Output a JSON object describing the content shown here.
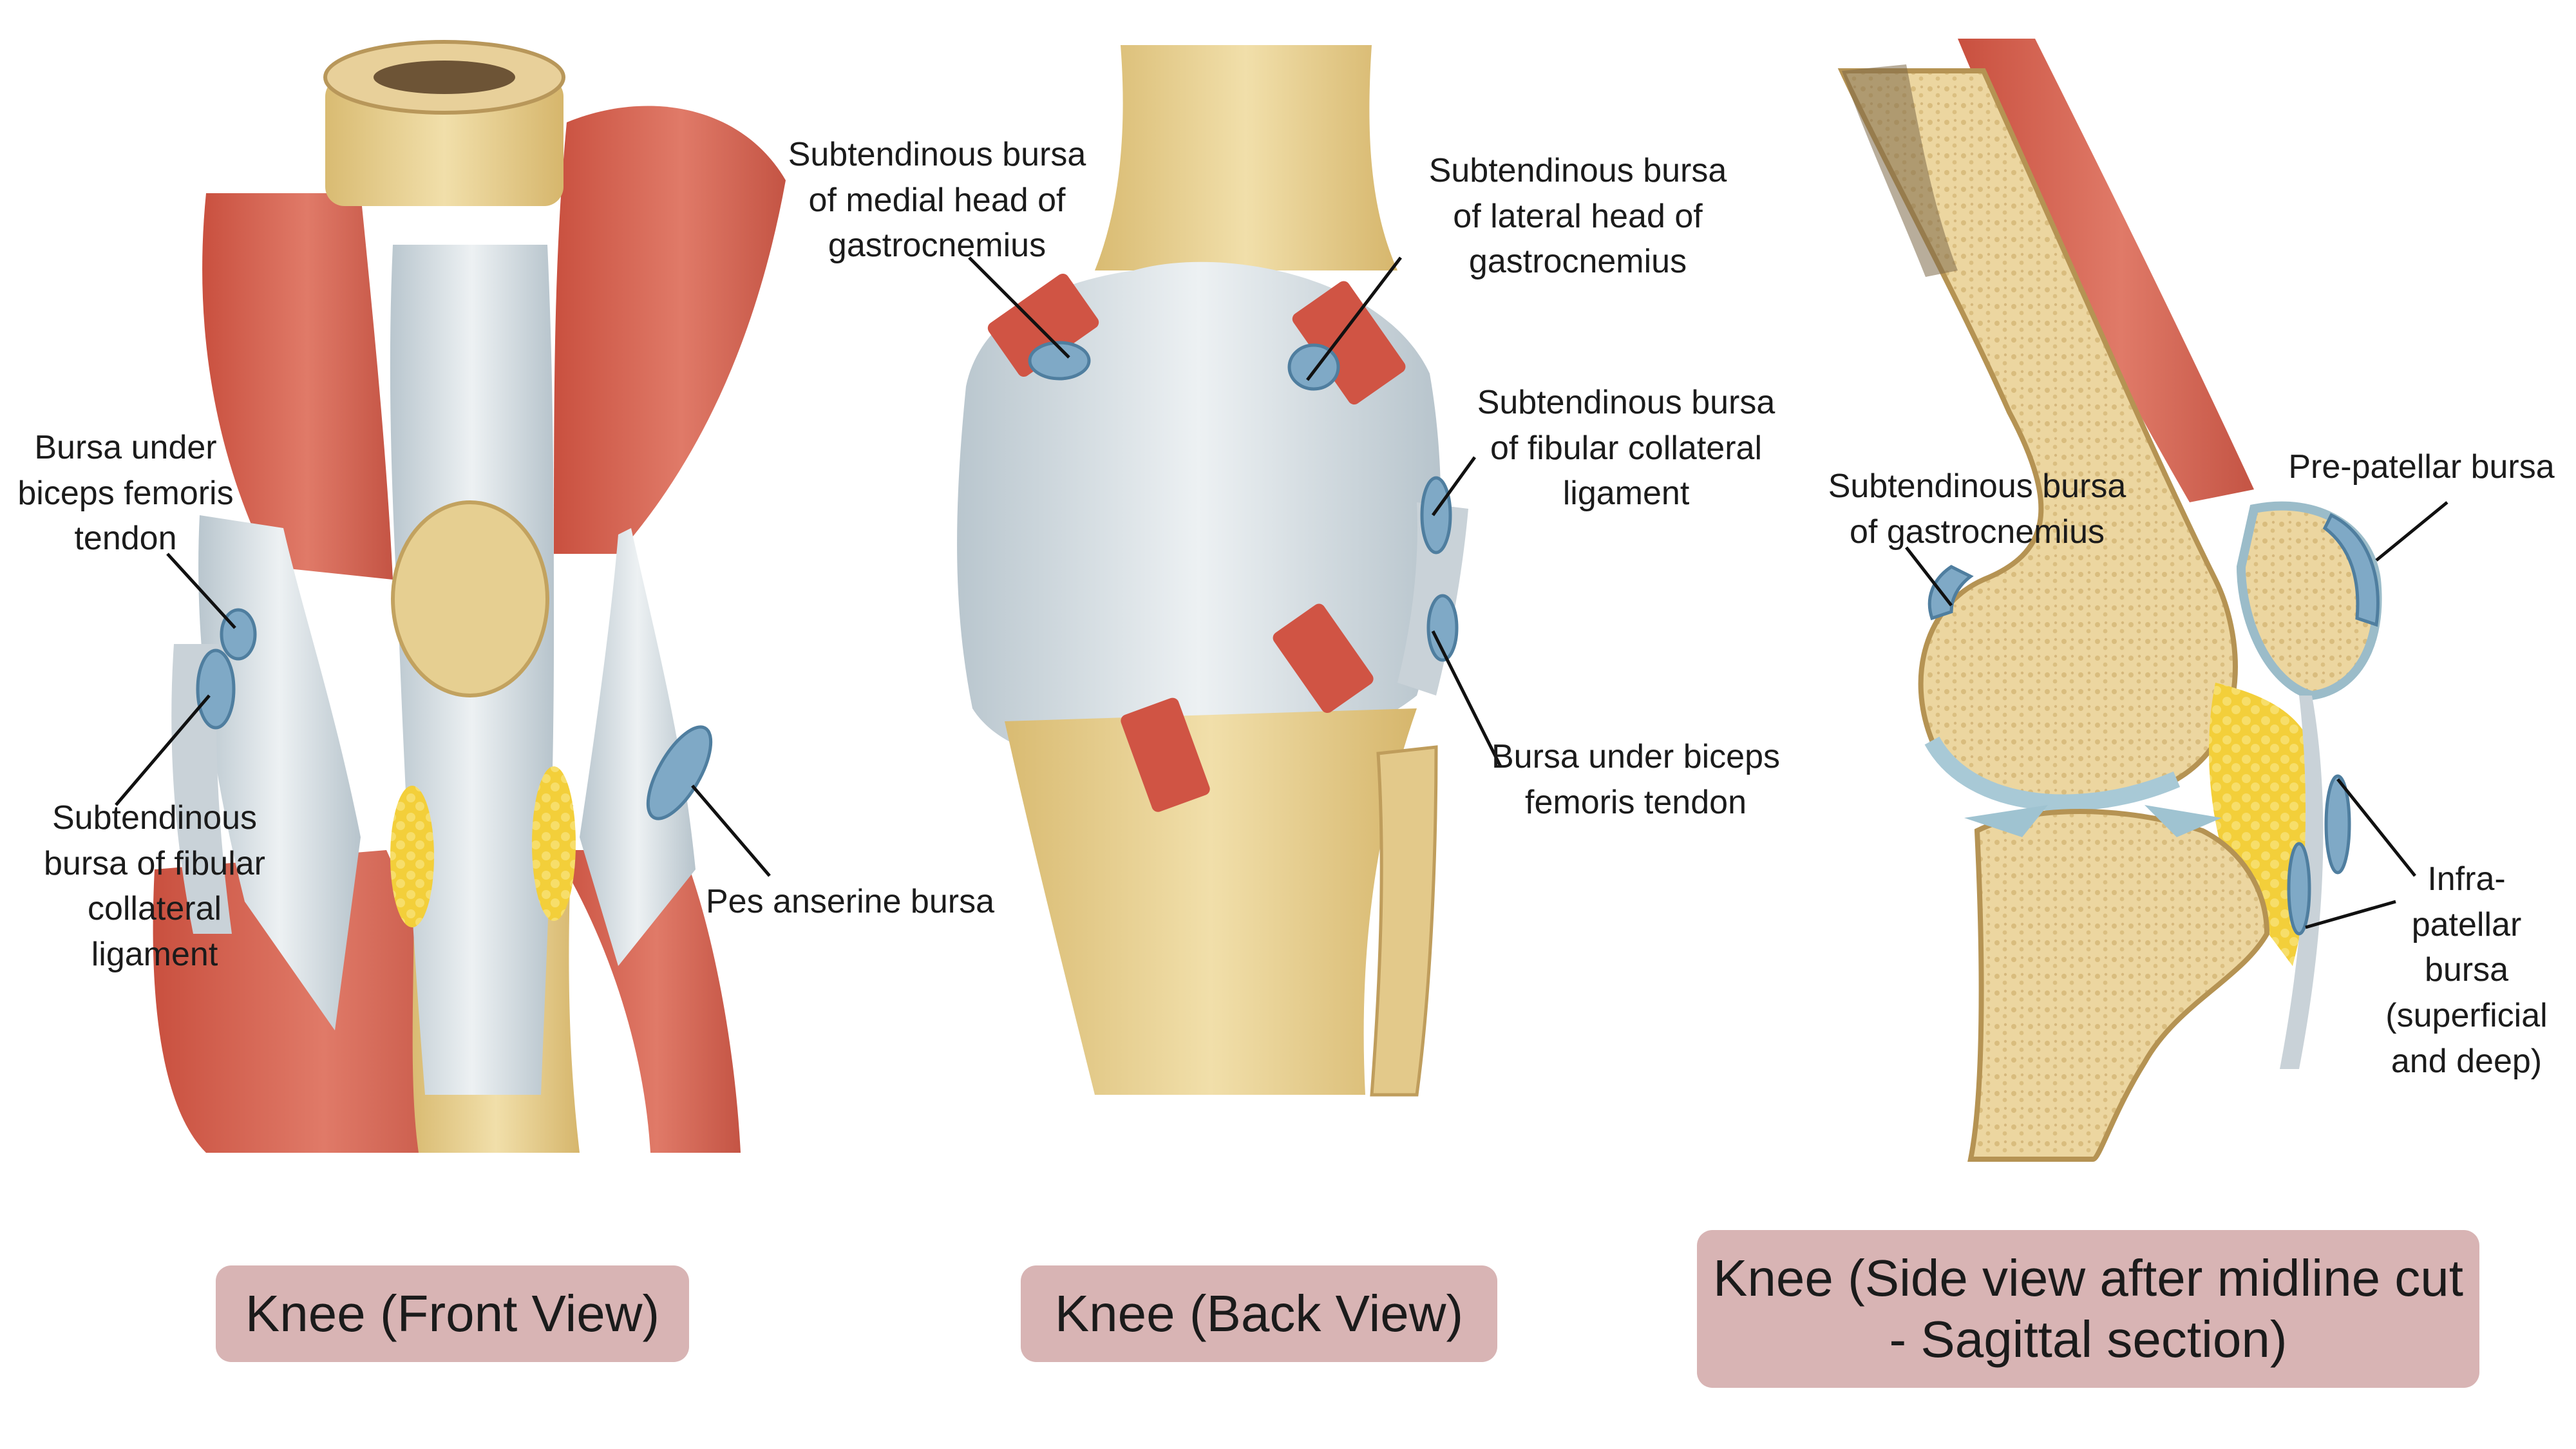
{
  "labels": {
    "front": {
      "bursa_biceps": [
        "Bursa under",
        "biceps femoris",
        "tendon"
      ],
      "bursa_fibular": [
        "Subtendinous",
        "bursa of fibular",
        "collateral",
        "ligament"
      ],
      "pes_anserine": [
        "Pes anserine bursa"
      ]
    },
    "back": {
      "medial_gastrocnemius": [
        "Subtendinous bursa",
        "of  medial head of",
        "gastrocnemius"
      ],
      "lateral_gastrocnemius": [
        "Subtendinous bursa",
        "of  lateral head of",
        "gastrocnemius"
      ],
      "fibular_collateral": [
        "Subtendinous bursa",
        "of fibular collateral",
        "ligament"
      ],
      "biceps_femoris": [
        "Bursa under biceps",
        "femoris tendon"
      ]
    },
    "side": {
      "gastrocnemius": [
        "Subtendinous bursa",
        "of gastrocnemius"
      ],
      "prepatellar": [
        "Pre-patellar bursa"
      ],
      "infrapatellar": [
        "Infra-",
        "patellar",
        "bursa",
        "(superficial",
        "and deep)"
      ]
    }
  },
  "captions": {
    "front": [
      "Knee (Front View)"
    ],
    "back": [
      "Knee (Back View)"
    ],
    "side": [
      "Knee (Side view after midline cut",
      "- Sagittal section)"
    ]
  },
  "colors": {
    "bone": "#e9d49a",
    "muscle": "#d9695a",
    "tendon": "#d4dde2",
    "bursa": "#7fa9c6",
    "fat": "#f1cc3c",
    "caption_bg": "#d8b4b4"
  }
}
